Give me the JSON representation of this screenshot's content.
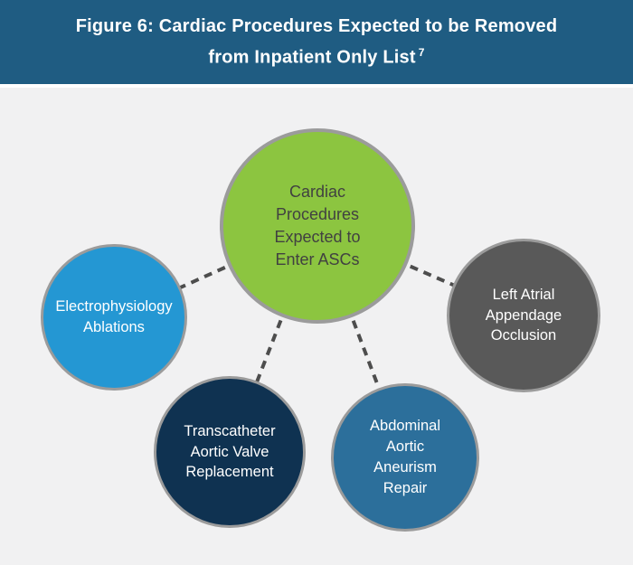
{
  "header": {
    "title_line1": "Figure 6: Cardiac Procedures Expected to be Removed",
    "title_line2": "from Inpatient Only List",
    "footnote_marker": "7",
    "background_color": "#1F5C82",
    "text_color": "#FFFFFF"
  },
  "diagram": {
    "background_color": "#F1F1F2",
    "connector_color": "#4D4D4D",
    "circle_border_color": "#9B9B9B",
    "center_node": {
      "label_lines": [
        "Cardiac",
        "Procedures",
        "Expected to",
        "Enter ASCs"
      ],
      "fill": "#8CC540",
      "text_color": "#414141"
    },
    "satellite_nodes": [
      {
        "label_lines": [
          "Electrophysiology",
          "Ablations"
        ],
        "fill": "#2497D3",
        "text_color": "#FFFFFF"
      },
      {
        "label_lines": [
          "Left Atrial",
          "Appendage",
          "Occlusion"
        ],
        "fill": "#595959",
        "text_color": "#FFFFFF"
      },
      {
        "label_lines": [
          "Transcatheter",
          "Aortic Valve",
          "Replacement"
        ],
        "fill": "#0F3251",
        "text_color": "#FFFFFF"
      },
      {
        "label_lines": [
          "Abdominal",
          "Aortic",
          "Aneurism",
          "Repair"
        ],
        "fill": "#2C6F9B",
        "text_color": "#FFFFFF"
      }
    ]
  }
}
